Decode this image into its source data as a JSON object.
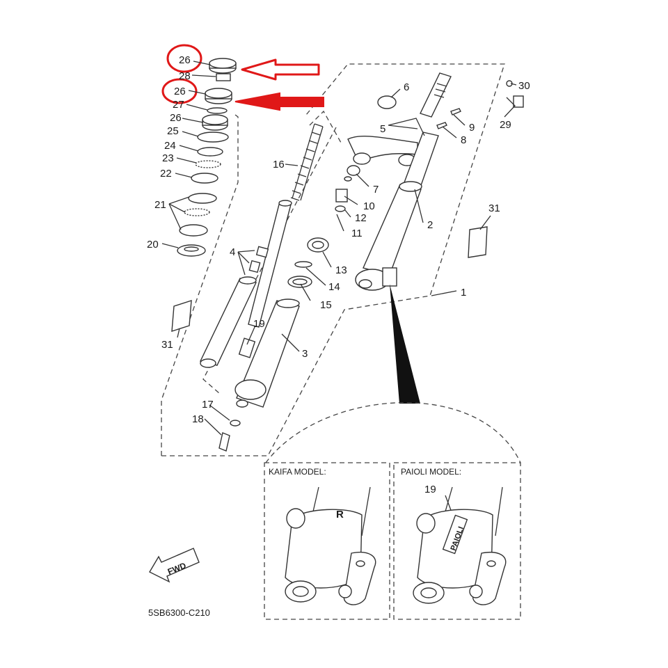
{
  "diagram": {
    "drawing_code": "5SB6300-C210",
    "direction_label": "FWD",
    "callouts": {
      "c26a": "26",
      "c28": "28",
      "c26b": "26",
      "c27": "27",
      "c26c": "26",
      "c25": "25",
      "c24": "24",
      "c23": "23",
      "c22": "22",
      "c21": "21",
      "c20": "20",
      "c16": "16",
      "c4": "4",
      "c31a": "31",
      "c19": "19",
      "c3": "3",
      "c17": "17",
      "c18": "18",
      "c6": "6",
      "c5": "5",
      "c7": "7",
      "c10": "10",
      "c12": "12",
      "c11": "11",
      "c13": "13",
      "c14": "14",
      "c15": "15",
      "c2": "2",
      "c1": "1",
      "c9": "9",
      "c8": "8",
      "c30": "30",
      "c29": "29",
      "c31b": "31",
      "c19b": "19"
    },
    "insets": {
      "kaifa": {
        "title": "KAIFA MODEL:",
        "mark": "R"
      },
      "paioli": {
        "title": "PAIOLI MODEL:",
        "brand": "PAIOLI"
      }
    },
    "highlight_color": "#e01818"
  }
}
